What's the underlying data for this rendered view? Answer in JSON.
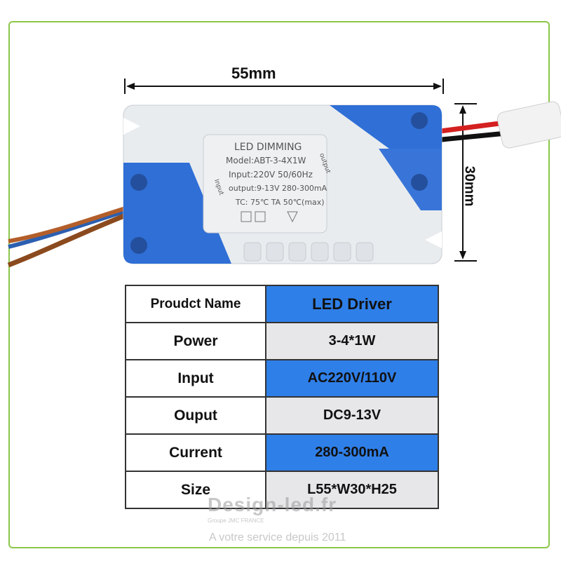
{
  "dimensions": {
    "width_label": "55mm",
    "height_label": "30mm"
  },
  "device_label": {
    "title": "LED DIMMING",
    "model": "Model:ABT-3-4X1W",
    "input": "Input:220V 50/60Hz",
    "output": "output:9-13V 280-300mA",
    "temps": "TC: 75℃  TA 50℃(max)",
    "input_side": "Input",
    "output_side": "output"
  },
  "specs": [
    {
      "name": "Proudct Name",
      "value": "LED Driver",
      "highlight": true
    },
    {
      "name": "Power",
      "value": "3-4*1W",
      "highlight": false
    },
    {
      "name": "Input",
      "value": "AC220V/110V",
      "highlight": true
    },
    {
      "name": "Ouput",
      "value": "DC9-13V",
      "highlight": false
    },
    {
      "name": "Current",
      "value": "280-300mA",
      "highlight": true
    },
    {
      "name": "Size",
      "value": "L55*W30*H25",
      "highlight": false
    }
  ],
  "watermark": {
    "brand": "Design-led.fr",
    "group": "Groupe JMC FRANCE",
    "slogan": "A votre service depuis 2011"
  },
  "colors": {
    "frame": "#8cc64a",
    "driver_blue": "#2f6fd6",
    "table_blue": "#2f7fe8",
    "table_grey": "#e7e7ea"
  }
}
